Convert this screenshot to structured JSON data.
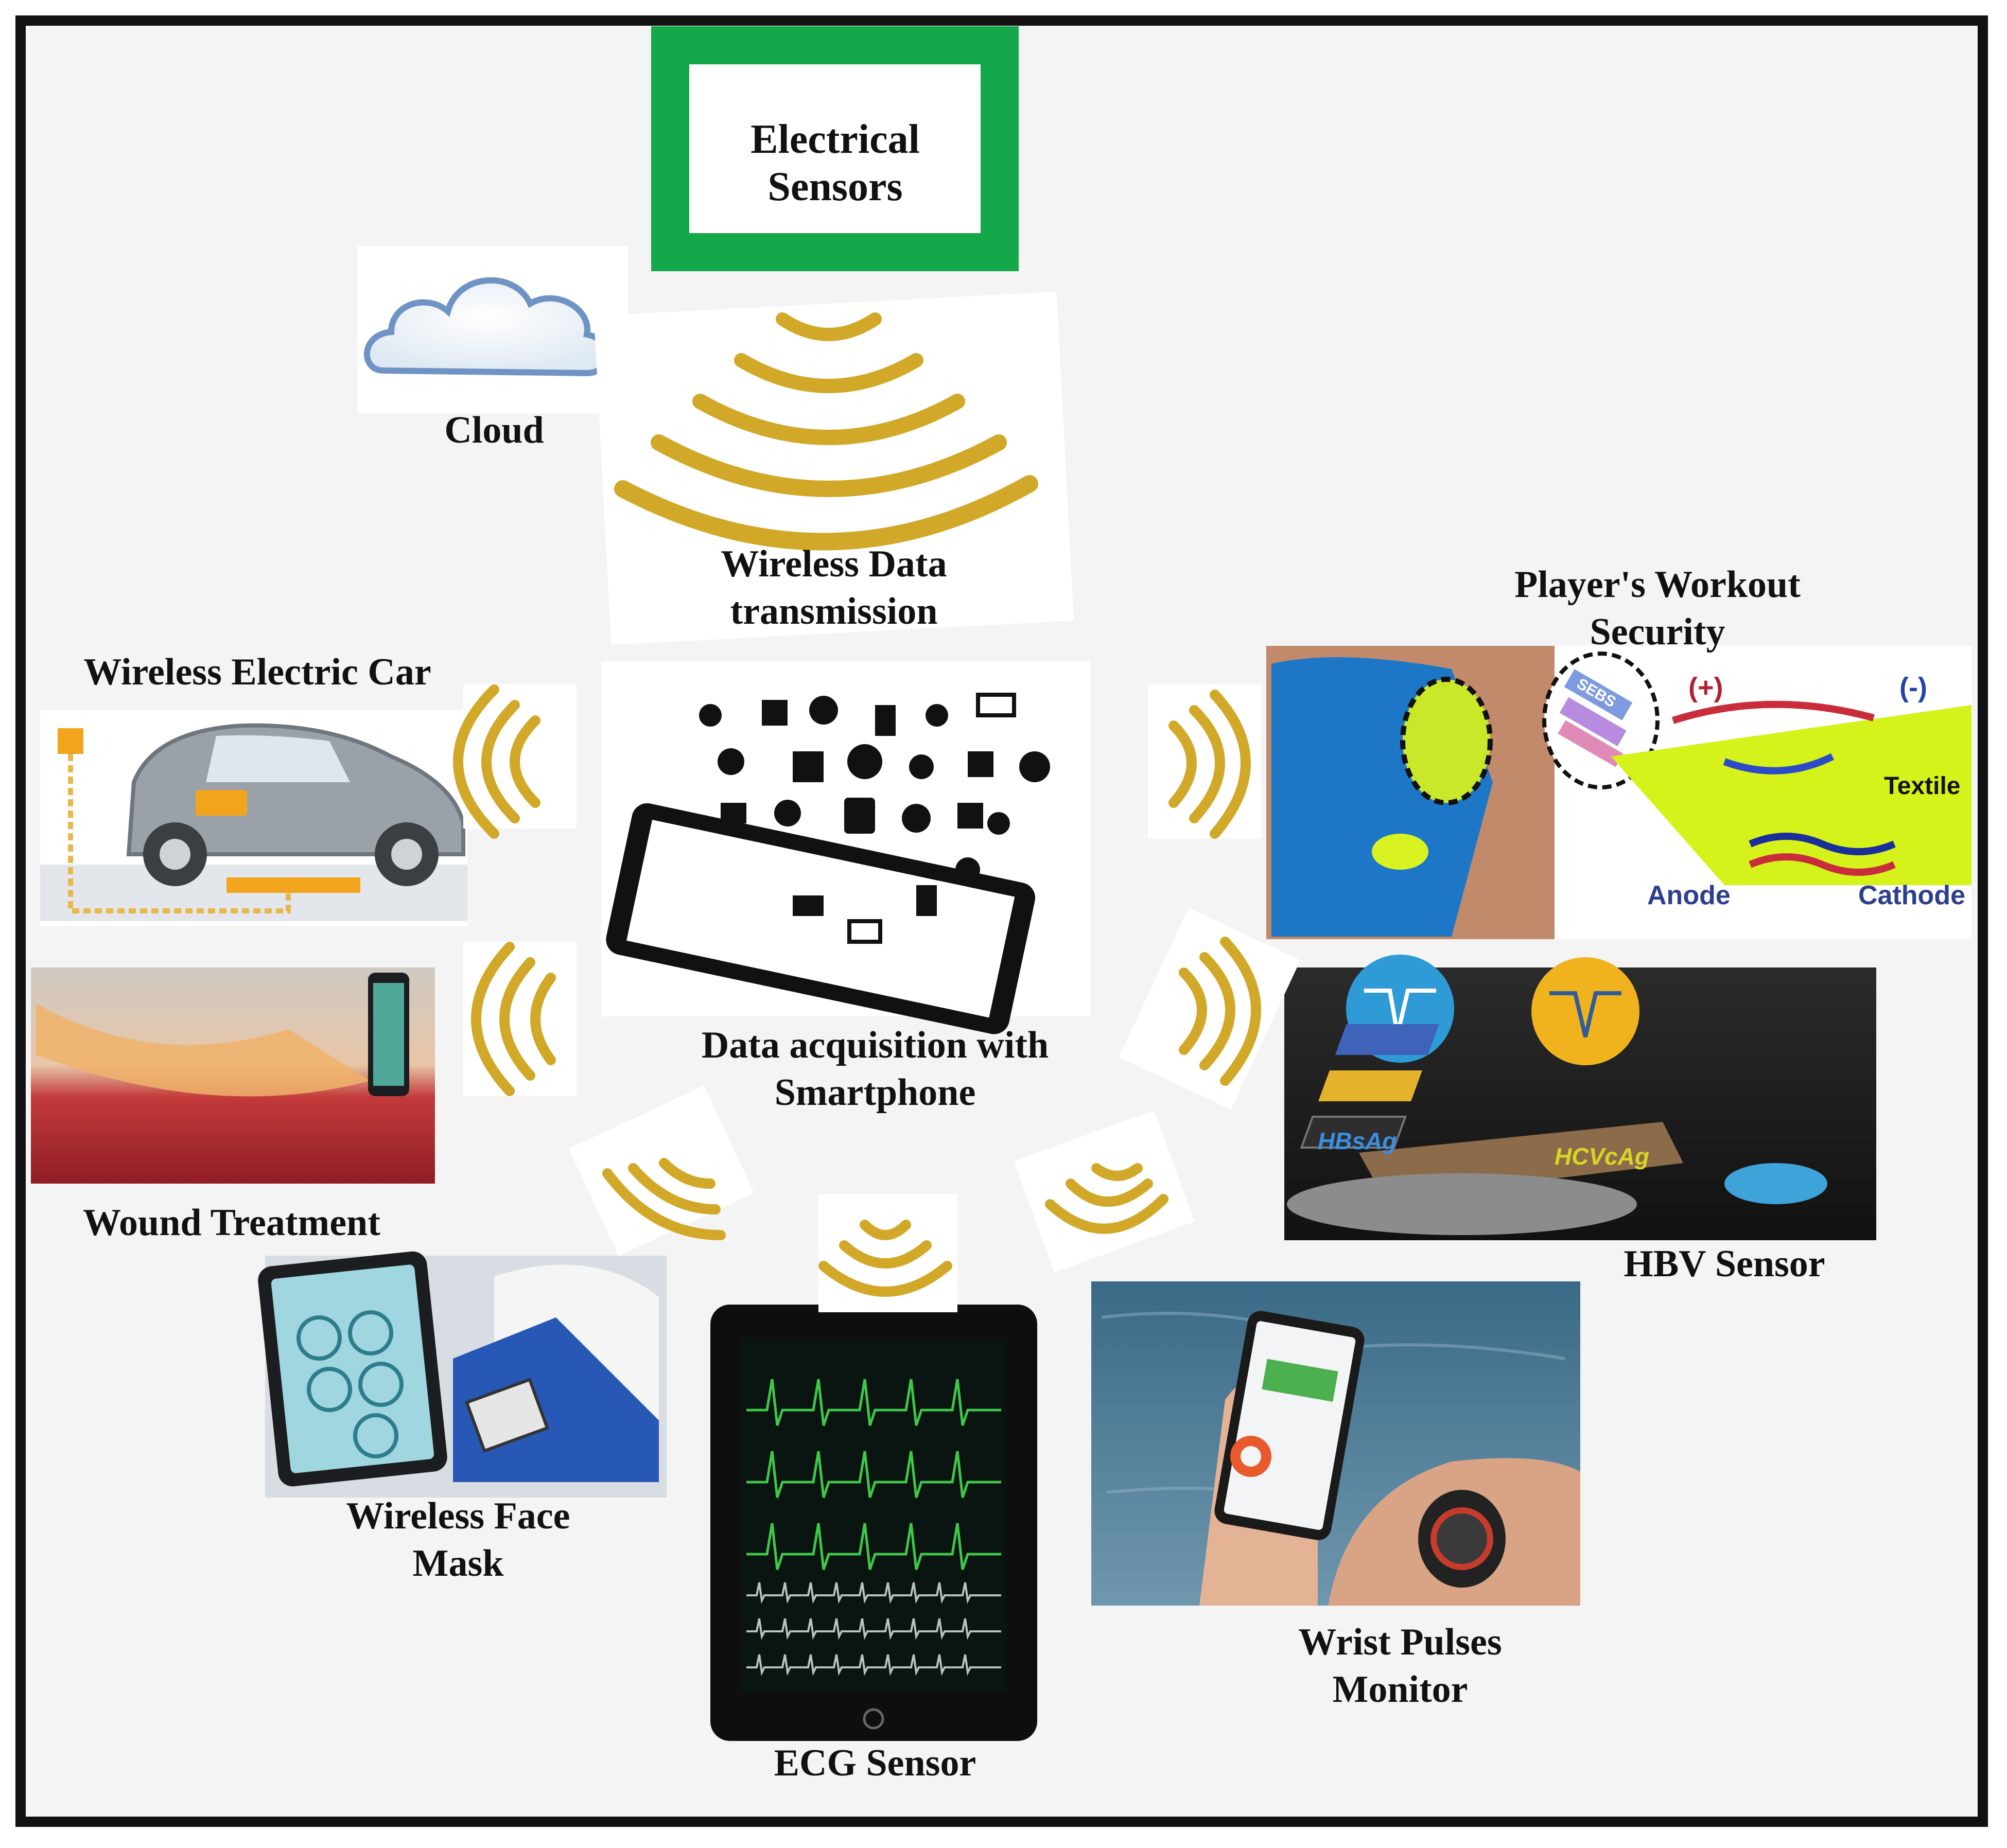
{
  "title": {
    "line1": "Electrical",
    "line2": "Sensors"
  },
  "labels": {
    "cloud": "Cloud",
    "wireless_line1": "Wireless Data",
    "wireless_line2": "transmission",
    "car": "Wireless Electric Car",
    "player_line1": "Player's Workout",
    "player_line2": "Security",
    "smartphone_line1": "Data acquisition with",
    "smartphone_line2": "Smartphone",
    "wound": "Wound Treatment",
    "hbv": "HBV Sensor",
    "mask_line1": "Wireless Face",
    "mask_line2": "Mask",
    "wrist_line1": "Wrist Pulses",
    "wrist_line2": "Monitor",
    "ecg": "ECG Sensor"
  },
  "inset_text": {
    "textile": "Textile",
    "anode": "Anode",
    "cathode": "Cathode",
    "plus": "(+)",
    "minus": "(-)",
    "sebs": "SEBS",
    "hbsag": "HBsAg",
    "hcvcag": "HCVcAg"
  },
  "colors": {
    "box_green": "#14a84a",
    "wave_gold": "#d2a829",
    "frame": "#111111",
    "background": "#f4f4f4"
  }
}
